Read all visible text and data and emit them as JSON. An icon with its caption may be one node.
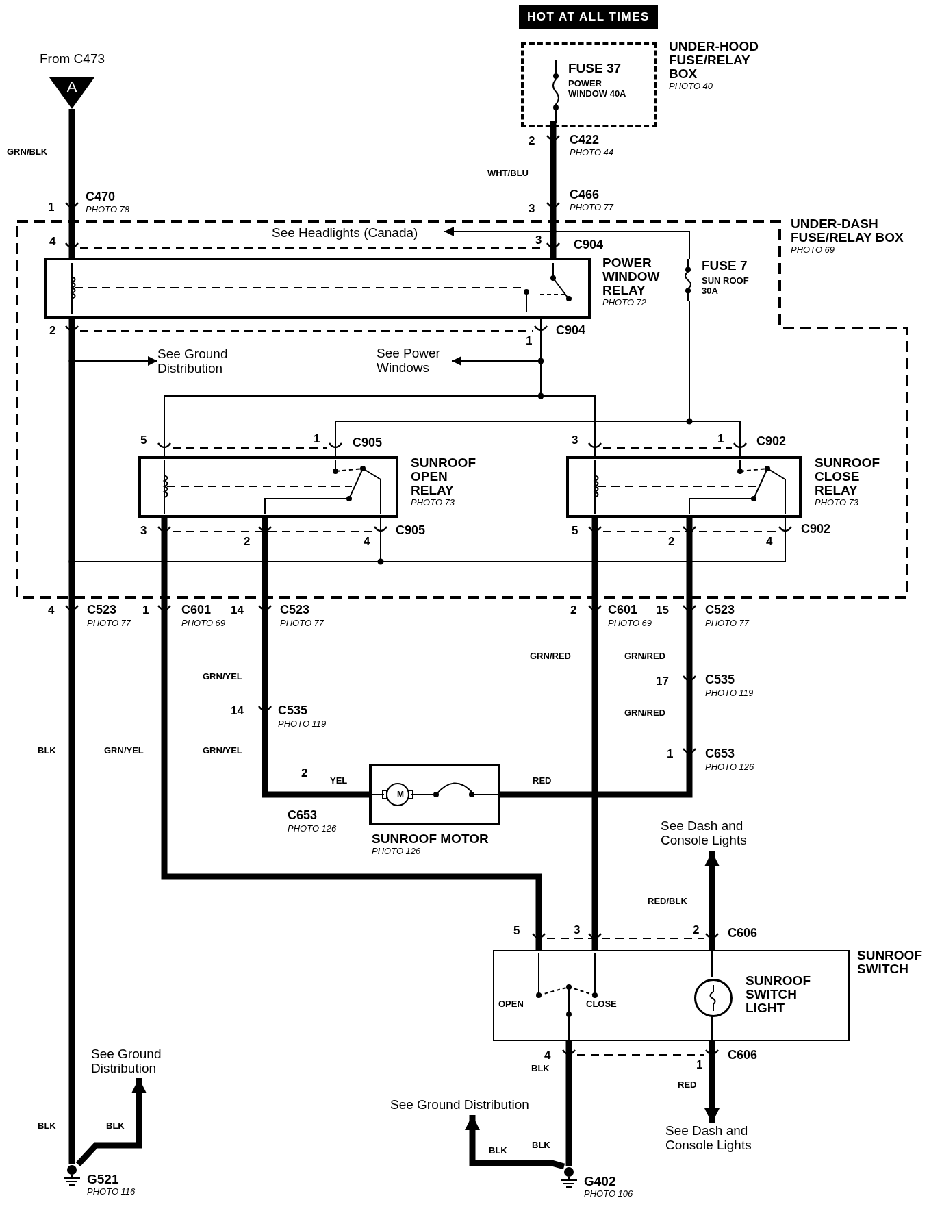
{
  "diagram": {
    "nodes": [
      {
        "text": [
          "A"
        ],
        "beside": [
          "From C473"
        ]
      },
      {
        "text": [
          "HOT AT ALL TIMES"
        ]
      },
      {
        "text": [
          "UNDER-HOOD FUSE/RELAY BOX",
          "PHOTO 40"
        ]
      },
      {
        "text": [
          "FUSE 37",
          "POWER WINDOW 40A"
        ],
        "in": 2
      },
      {
        "text": [
          "UNDER-DASH FUSE/RELAY BOX",
          "PHOTO 69"
        ]
      },
      {
        "text": [
          "POWER WINDOW RELAY",
          "PHOTO 72"
        ],
        "in": 4
      },
      {
        "text": [
          "FUSE 7",
          "SUN ROOF 30A"
        ],
        "in": 4
      },
      {
        "text": [
          "See Headlights (Canada)"
        ],
        "in": 4
      },
      {
        "text": [
          "See Ground Distribution"
        ],
        "in": 4
      },
      {
        "text": [
          "See Power Windows"
        ],
        "in": 4
      },
      {
        "text": [
          "SUNROOF OPEN RELAY",
          "PHOTO 73"
        ],
        "in": 4
      },
      {
        "text": [
          "SUNROOF CLOSE RELAY",
          "PHOTO 73"
        ],
        "in": 4
      },
      {
        "text": [
          "SUNROOF MOTOR",
          "PHOTO 126"
        ]
      },
      {
        "text": [
          "SUNROOF SWITCH"
        ]
      },
      {
        "text": [
          "SUNROOF SWITCH LIGHT"
        ],
        "in": 13
      },
      {
        "text": [
          "See Dash and Console Lights"
        ]
      },
      {
        "text": [
          "See Dash and Console Lights"
        ]
      },
      {
        "text": [
          "See Ground Distribution"
        ]
      },
      {
        "text": [
          "See Ground Distribution"
        ]
      },
      {
        "text": [
          "G521",
          "PHOTO 116"
        ]
      },
      {
        "text": [
          "G402",
          "PHOTO 106"
        ]
      }
    ],
    "edges": [
      {
        "from": 0,
        "to": 5,
        "arrow": "none",
        "style": "thick"
      },
      {
        "from": 3,
        "to": 5,
        "arrow": "none",
        "style": "thick"
      },
      {
        "from": 3,
        "to": 7,
        "arrow": "to"
      },
      {
        "from": 3,
        "to": 6,
        "arrow": "none"
      },
      {
        "from": 6,
        "to": 10,
        "arrow": "none"
      },
      {
        "from": 6,
        "to": 11,
        "arrow": "none"
      },
      {
        "from": 5,
        "to": 9,
        "arrow": "to"
      },
      {
        "from": 5,
        "to": 10,
        "arrow": "none"
      },
      {
        "from": 5,
        "to": 11,
        "arrow": "none"
      },
      {
        "from": 5,
        "to": 8,
        "arrow": "to"
      },
      {
        "from": 5,
        "to": 19,
        "arrow": "none",
        "style": "thick"
      },
      {
        "from": 10,
        "to": 19,
        "arrow": "none"
      },
      {
        "from": 11,
        "to": 19,
        "arrow": "none"
      },
      {
        "from": 10,
        "to": 13,
        "arrow": "none",
        "style": "thick"
      },
      {
        "from": 10,
        "to": 12,
        "arrow": "none",
        "style": "thick"
      },
      {
        "from": 11,
        "to": 13,
        "arrow": "none",
        "style": "thick"
      },
      {
        "from": 11,
        "to": 12,
        "arrow": "none",
        "style": "thick"
      },
      {
        "from": 13,
        "to": 15,
        "arrow": "to",
        "style": "thick"
      },
      {
        "from": 13,
        "to": 16,
        "arrow": "to",
        "style": "thick"
      },
      {
        "from": 13,
        "to": 20,
        "arrow": "none",
        "style": "thick"
      },
      {
        "from": 19,
        "to": 17,
        "arrow": "to",
        "style": "thick"
      },
      {
        "from": 20,
        "to": 18,
        "arrow": "to",
        "style": "thick"
      },
      {
        "from": 13,
        "to": 14,
        "arrow": "none"
      },
      {
        "from": 14,
        "to": 13,
        "arrow": "none"
      }
    ],
    "labels": [
      "GRN/BLK",
      "1",
      "C470",
      "PHOTO 78",
      "2",
      "C422",
      "PHOTO 44",
      "WHT/BLU",
      "3",
      "C466",
      "PHOTO 77",
      "4",
      "3",
      "C904",
      "2",
      "1",
      "C904",
      "5",
      "1",
      "C905",
      "3",
      "1",
      "C902",
      "3",
      "2",
      "4",
      "C905",
      "5",
      "2",
      "4",
      "C902",
      "4",
      "C523",
      "PHOTO 77",
      "1",
      "C601",
      "PHOTO 69",
      "14",
      "C523",
      "PHOTO 77",
      "2",
      "C601",
      "PHOTO 69",
      "15",
      "C523",
      "PHOTO 77",
      "GRN/RED",
      "GRN/RED",
      "GRN/YEL",
      "17",
      "C535",
      "PHOTO 119",
      "14",
      "C535",
      "PHOTO 119",
      "GRN/RED",
      "BLK",
      "GRN/YEL",
      "GRN/YEL",
      "1",
      "C653",
      "PHOTO 126",
      "2",
      "YEL",
      "M",
      "RED",
      "C653",
      "PHOTO 126",
      "RED/BLK",
      "5",
      "3",
      "2",
      "C606",
      "OPEN",
      "CLOSE",
      "4",
      "BLK",
      "1",
      "C606",
      "RED",
      "BLK",
      "BLK",
      "BLK",
      "BLK"
    ]
  }
}
